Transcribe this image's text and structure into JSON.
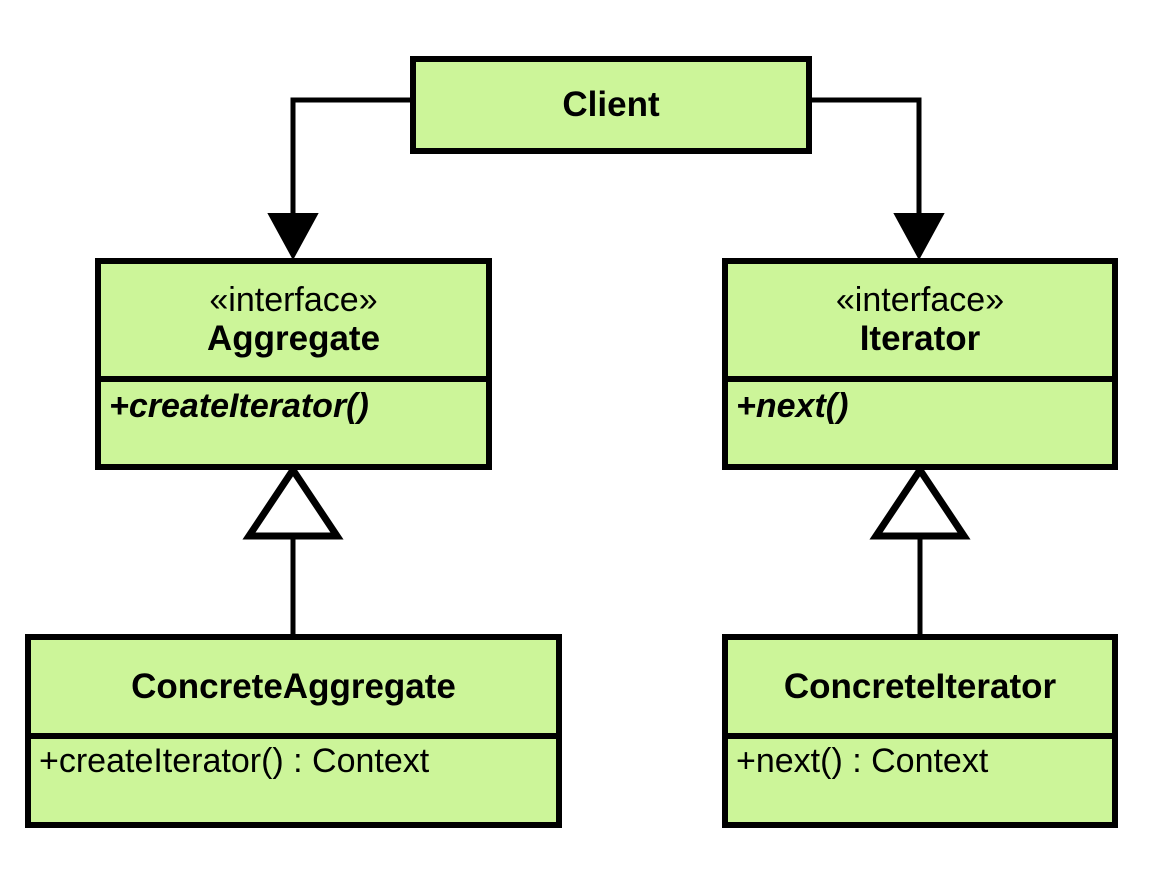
{
  "diagram": {
    "kind": "uml-class-diagram",
    "pattern_name": "Iterator",
    "background_color": "#ffffff",
    "node_fill_color": "#ccf599",
    "node_border_color": "#000000",
    "edge_color": "#000000"
  },
  "nodes": {
    "client": {
      "name": "Client",
      "stereotype": "",
      "operations": []
    },
    "aggregate": {
      "stereotype": "«interface»",
      "name": "Aggregate",
      "operations": [
        "+createIterator()"
      ]
    },
    "iterator": {
      "stereotype": "«interface»",
      "name": "Iterator",
      "operations": [
        "+next()"
      ]
    },
    "concrete_aggregate": {
      "stereotype": "",
      "name": "ConcreteAggregate",
      "operations": [
        "+createIterator() : Context"
      ]
    },
    "concrete_iterator": {
      "stereotype": "",
      "name": "ConcreteIterator",
      "operations": [
        "+next() : Context"
      ]
    }
  },
  "edges": [
    {
      "id": "client-to-aggregate",
      "from": "client",
      "to": "aggregate",
      "type": "association-directed",
      "arrowhead": "filled-triangle",
      "line": "solid",
      "label": ""
    },
    {
      "id": "client-to-iterator",
      "from": "client",
      "to": "iterator",
      "type": "association-directed",
      "arrowhead": "filled-triangle",
      "line": "solid",
      "label": ""
    },
    {
      "id": "concrete-aggregate-to-aggregate",
      "from": "concrete_aggregate",
      "to": "aggregate",
      "type": "generalization",
      "arrowhead": "hollow-triangle",
      "line": "solid",
      "label": ""
    },
    {
      "id": "concrete-iterator-to-iterator",
      "from": "concrete_iterator",
      "to": "iterator",
      "type": "generalization",
      "arrowhead": "hollow-triangle",
      "line": "solid",
      "label": ""
    }
  ]
}
